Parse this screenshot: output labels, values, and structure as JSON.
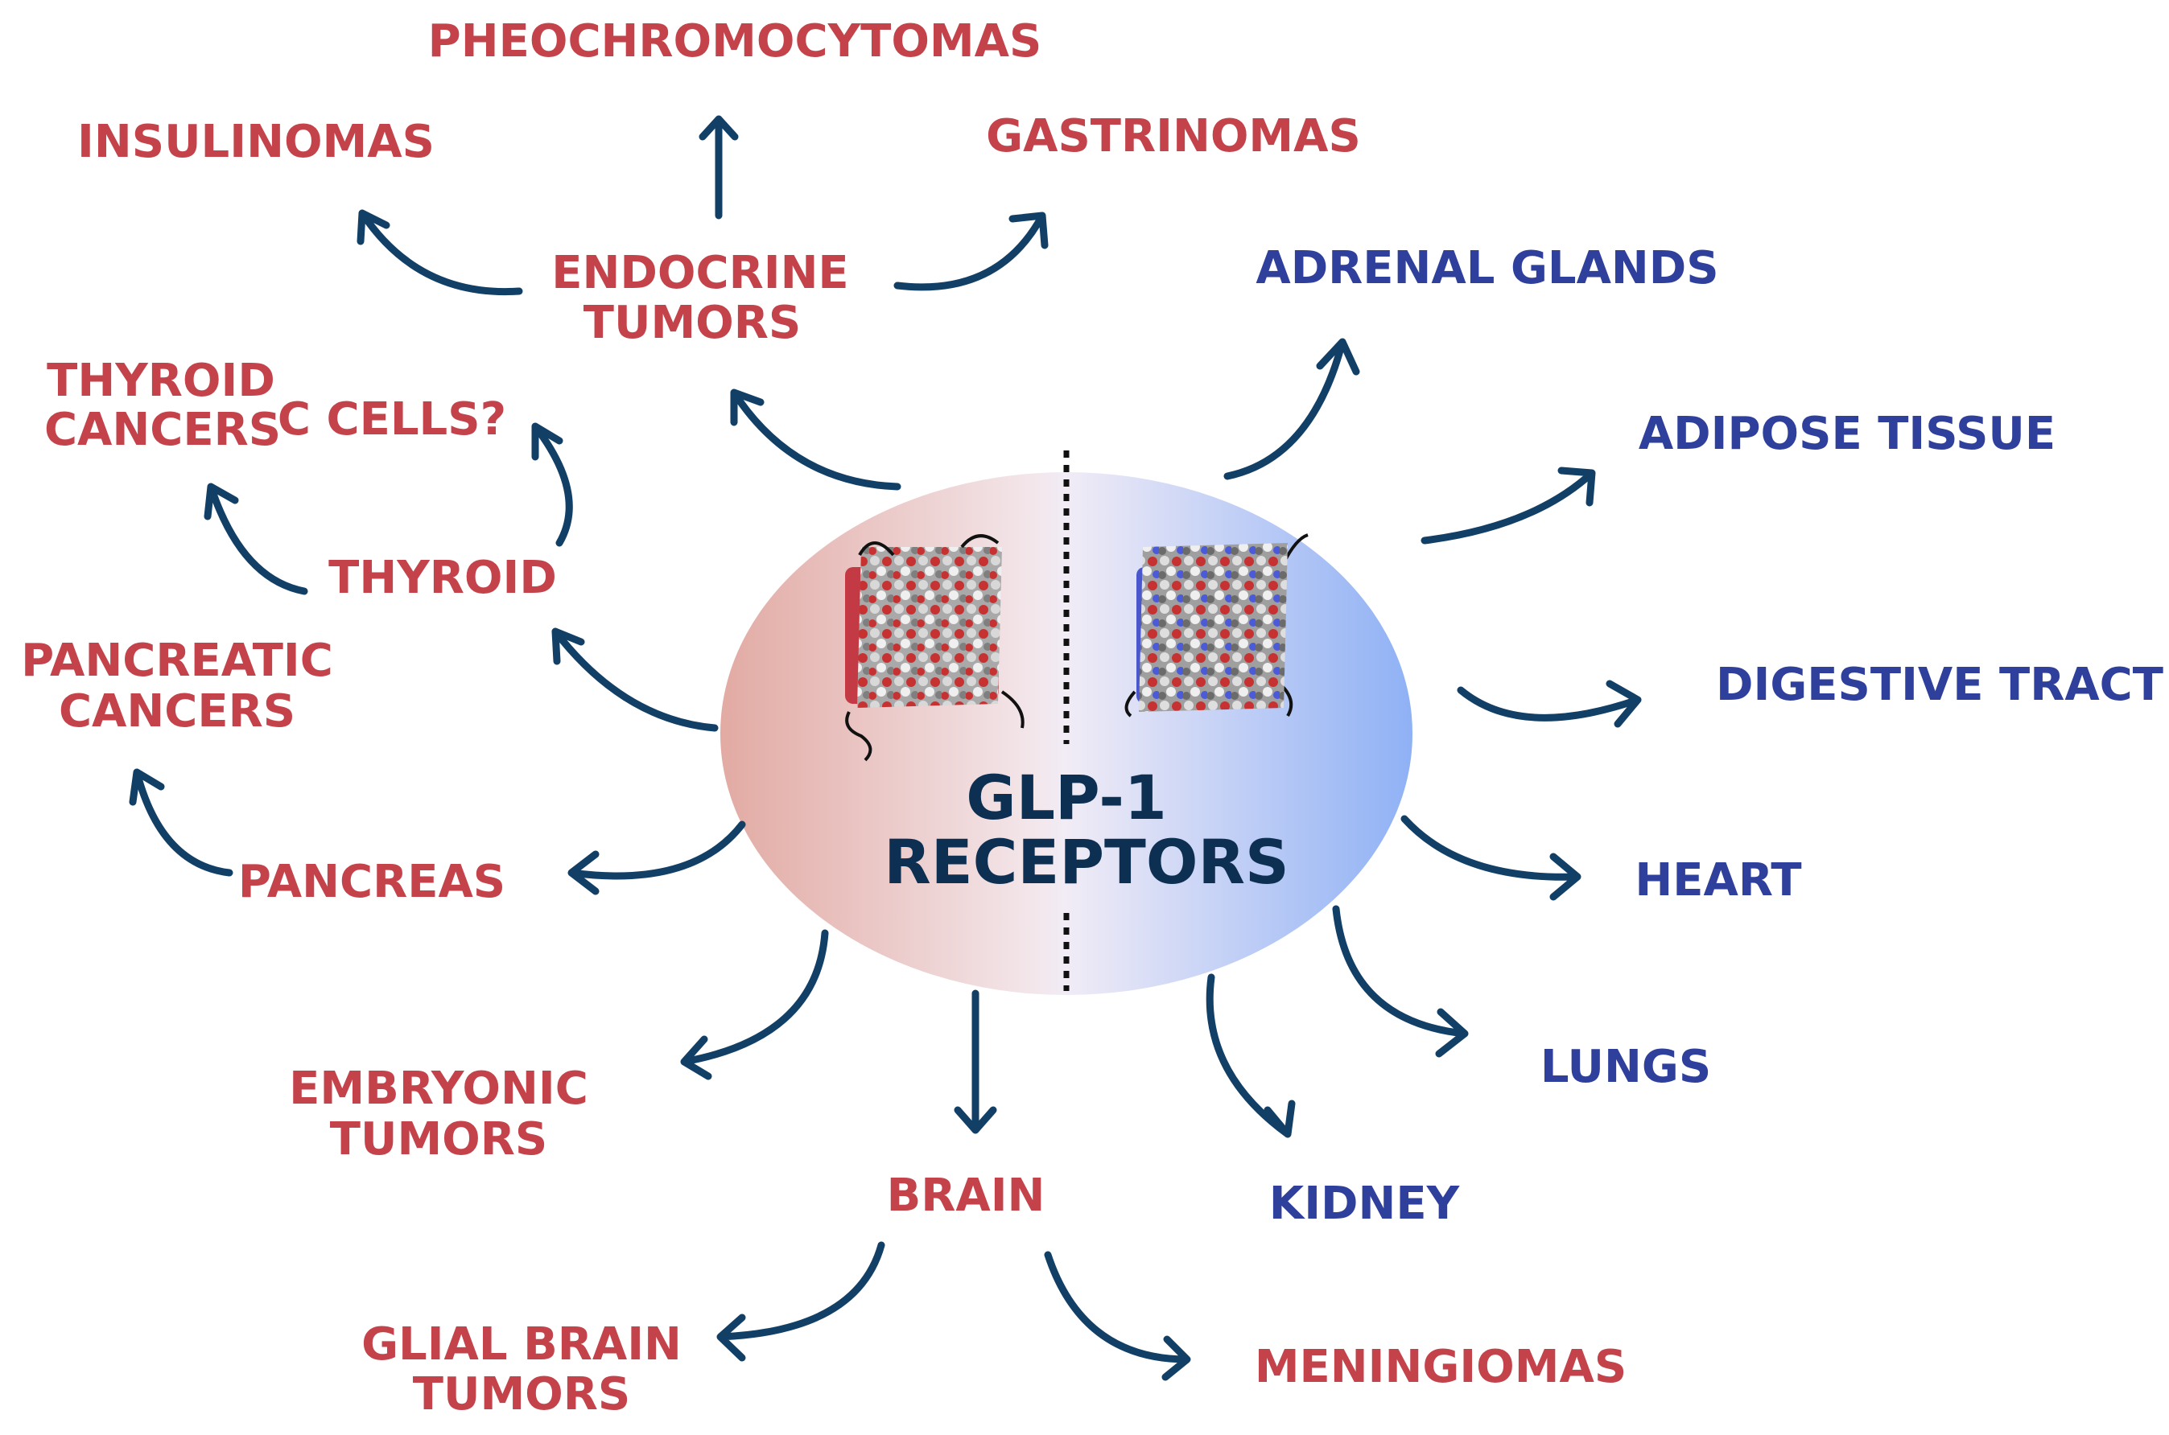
{
  "center": {
    "line1": "GLP-1",
    "line2": "RECEPTORS"
  },
  "colors": {
    "red_label": "#c4434b",
    "blue_label": "#2e3f9c",
    "arrow": "#123f66",
    "center_text": "#0d2f52",
    "ellipse_left": "#e2aaa3",
    "ellipse_right": "#8fb1f5"
  },
  "left_labels": {
    "pheochromocytomas": "PHEOCHROMOCYTOMAS",
    "insulinomas": "INSULINOMAS",
    "gastrinomas": "GASTRINOMAS",
    "endocrine_1": "ENDOCRINE",
    "endocrine_2": "TUMORS",
    "thyroid_cancers_1": "THYROID",
    "thyroid_cancers_2": "CANCERS",
    "c_cells": "C CELLS?",
    "thyroid": "THYROID",
    "pancreatic_cancers_1": "PANCREATIC",
    "pancreatic_cancers_2": "CANCERS",
    "pancreas": "PANCREAS",
    "embryonic_1": "EMBRYONIC",
    "embryonic_2": "TUMORS",
    "brain": "BRAIN",
    "glial_1": "GLIAL BRAIN",
    "glial_2": "TUMORS",
    "meningiomas": "MENINGIOMAS"
  },
  "right_labels": {
    "adrenal": "ADRENAL GLANDS",
    "adipose": "ADIPOSE TISSUE",
    "digestive": "DIGESTIVE TRACT",
    "heart": "HEART",
    "lungs": "LUNGS",
    "kidney": "KIDNEY"
  },
  "icons": {
    "left_receptor": "glp1-receptor-molecule-red-icon",
    "right_receptor": "glp1-receptor-molecule-blue-icon"
  }
}
